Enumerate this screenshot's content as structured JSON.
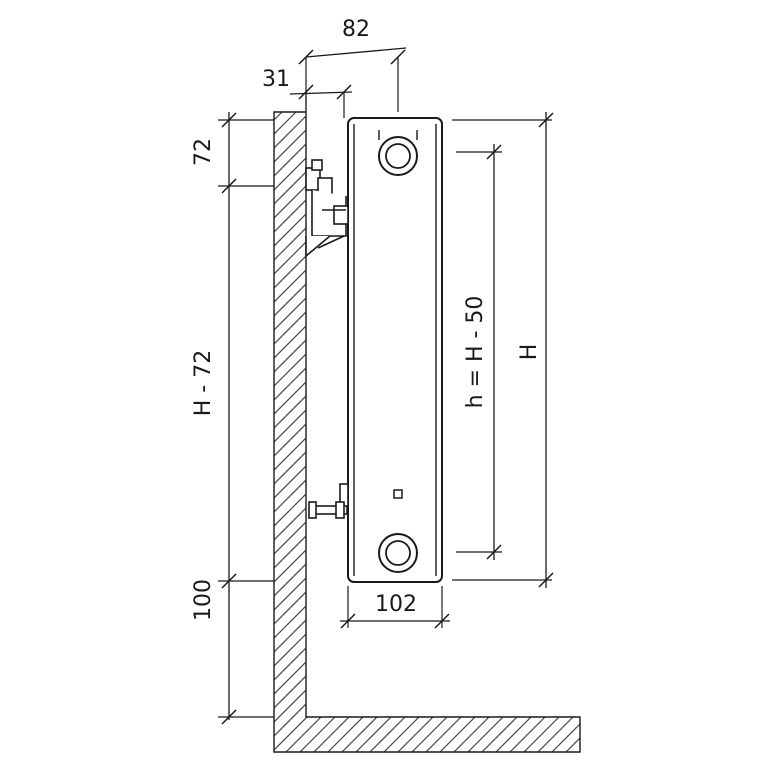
{
  "dimensions": {
    "depth_total": "82",
    "wall_gap": "31",
    "top_offset": "72",
    "mount_span": "H - 72",
    "bottom_offset": "100",
    "connection_spacing": "h = H - 50",
    "height": "H",
    "radiator_depth": "102"
  },
  "colors": {
    "line": "#1a1a1a",
    "hatch": "#4a4a4a",
    "background": "#ffffff"
  }
}
